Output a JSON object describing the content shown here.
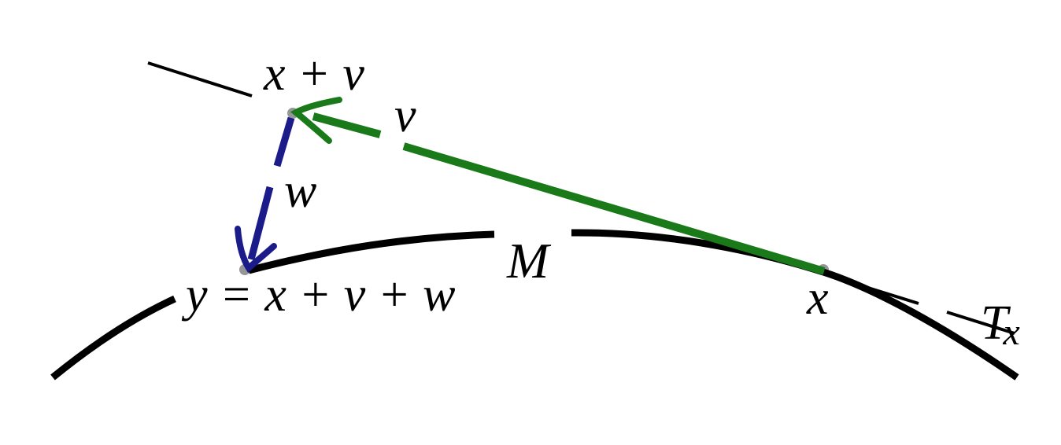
{
  "diagram": {
    "description": "Retraction diagram on a manifold: vector v in tangent space at x, vector w from x+v back to the manifold at y",
    "labels": {
      "point_x_plus_v": "x + v",
      "vector_v": "v",
      "vector_w": "w",
      "manifold": "M",
      "point_x": "x",
      "tangent_space_main": "T",
      "tangent_space_sub": "x",
      "point_y_equation": "y = x + v + w"
    },
    "colors": {
      "vector_v": "#1a7a1a",
      "vector_w": "#1b1b8a",
      "curve": "#000000",
      "point_marker": "#969696"
    }
  }
}
